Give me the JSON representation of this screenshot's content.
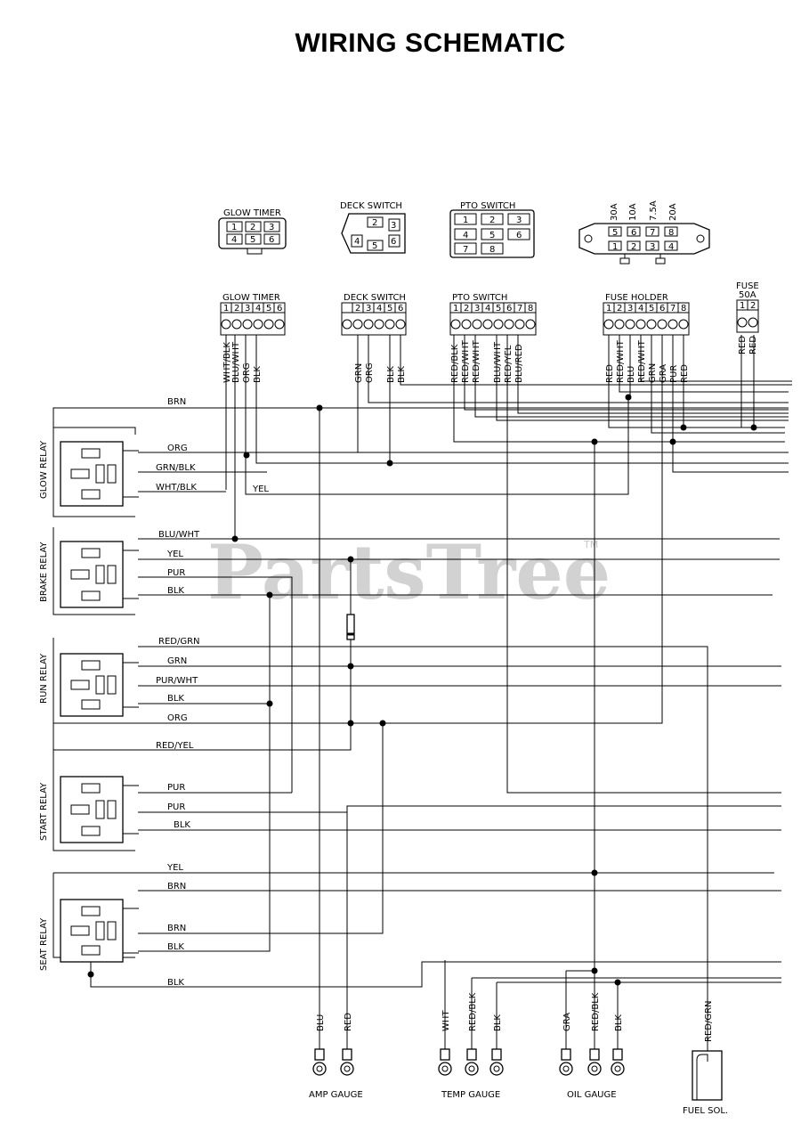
{
  "title": "WIRING SCHEMATIC",
  "watermark": {
    "text": "PartsTree",
    "tm": "TM"
  },
  "connectors": {
    "glow_timer": {
      "label": "GLOW TIMER",
      "pins": [
        "1",
        "2",
        "3",
        "4",
        "5",
        "6"
      ]
    },
    "deck_switch": {
      "label": "DECK SWITCH",
      "pins": [
        "2",
        "3",
        "4",
        "5",
        "6"
      ]
    },
    "pto_switch": {
      "label": "PTO SWITCH",
      "pins": [
        "1",
        "2",
        "3",
        "4",
        "5",
        "6",
        "7",
        "8"
      ]
    },
    "fuse_holder": {
      "label": "FUSE HOLDER",
      "pins": [
        "1",
        "2",
        "3",
        "4",
        "5",
        "6",
        "7",
        "8"
      ],
      "ratings": [
        "30A",
        "10A",
        "7.5A",
        "20A"
      ]
    },
    "fuse": {
      "label": "FUSE",
      "rating": "50A",
      "pins": [
        "1",
        "2"
      ]
    }
  },
  "connector_wires": {
    "glow_timer": [
      "WHT/BLK",
      "BLU/WHT",
      "ORG",
      "BLK"
    ],
    "deck_switch": [
      "GRN",
      "ORG",
      "BLK",
      "BLK"
    ],
    "pto_switch": [
      "RED/BLK",
      "RED/WHT",
      "RED/WHT",
      "BLU/WHT",
      "RED/YEL",
      "BLU/RED"
    ],
    "fuse_holder": [
      "RED",
      "RED/WHT",
      "BLU",
      "RED/WHT",
      "GRN",
      "GRA",
      "PUR",
      "RED"
    ],
    "fuse": [
      "RED",
      "RED"
    ]
  },
  "relays": {
    "glow": {
      "label": "GLOW RELAY",
      "wires": [
        "BRN",
        "ORG",
        "GRN/BLK",
        "WHT/BLK",
        "YEL"
      ]
    },
    "brake": {
      "label": "BRAKE RELAY",
      "wires": [
        "BLU/WHT",
        "YEL",
        "PUR",
        "BLK"
      ]
    },
    "run": {
      "label": "RUN RELAY",
      "wires": [
        "RED/GRN",
        "GRN",
        "PUR/WHT",
        "BLK",
        "ORG"
      ]
    },
    "start": {
      "label": "START RELAY",
      "wires": [
        "RED/YEL",
        "PUR",
        "PUR",
        "BLK"
      ]
    },
    "seat": {
      "label": "SEAT RELAY",
      "wires": [
        "YEL",
        "BRN",
        "BRN",
        "BLK",
        "BLK"
      ]
    }
  },
  "gauges": {
    "amp": {
      "label": "AMP GAUGE",
      "wires": [
        "BLU",
        "RED"
      ]
    },
    "temp": {
      "label": "TEMP GAUGE",
      "wires": [
        "WHT",
        "RED/BLK",
        "BLK"
      ]
    },
    "oil": {
      "label": "OIL GAUGE",
      "wires": [
        "GRA",
        "RED/BLK",
        "BLK"
      ]
    }
  },
  "fuel_sol": {
    "label": "FUEL SOL.",
    "wire": "RED/GRN"
  }
}
